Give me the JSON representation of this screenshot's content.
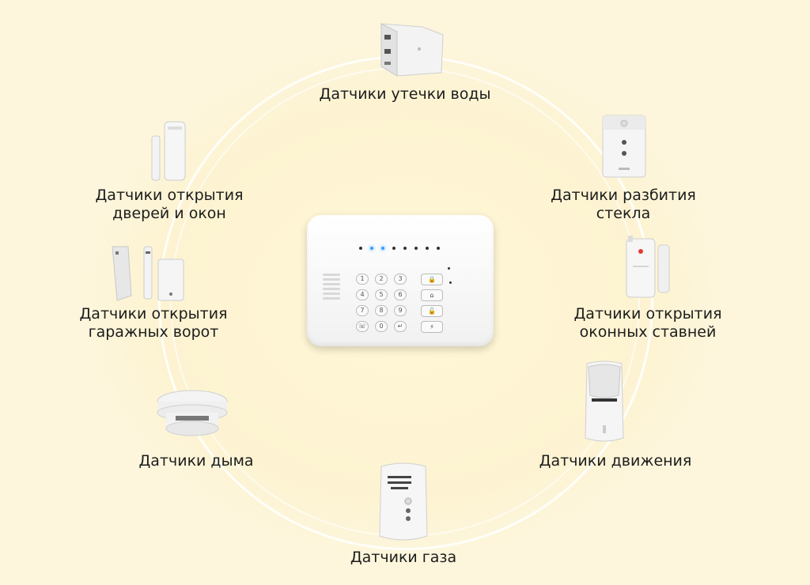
{
  "center": {
    "panel": {
      "keys": [
        "1",
        "2",
        "3",
        "4",
        "5",
        "6",
        "7",
        "8",
        "9",
        "☏",
        "0",
        "↵"
      ],
      "function_keys": [
        "🔒",
        "⌂",
        "🔓",
        "⚡"
      ]
    }
  },
  "sensors": [
    {
      "id": "water",
      "lines": [
        "Датчики утечки воды"
      ]
    },
    {
      "id": "glass",
      "lines": [
        "Датчики разбития",
        "стекла"
      ]
    },
    {
      "id": "shutters",
      "lines": [
        "Датчики открытия",
        "оконных ставней"
      ]
    },
    {
      "id": "motion",
      "lines": [
        "Датчики движения"
      ]
    },
    {
      "id": "gas",
      "lines": [
        "Датчики газа"
      ]
    },
    {
      "id": "smoke",
      "lines": [
        "Датчики дыма"
      ]
    },
    {
      "id": "garage",
      "lines": [
        "Датчики открытия",
        "гаражных ворот"
      ]
    },
    {
      "id": "doors",
      "lines": [
        "Датчики открытия",
        "дверей и окон"
      ]
    }
  ]
}
